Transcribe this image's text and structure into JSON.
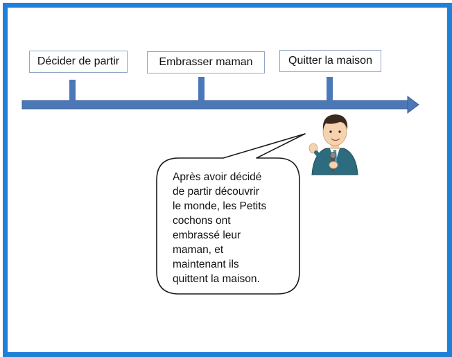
{
  "timeline": {
    "events": [
      {
        "label": "Décider de partir"
      },
      {
        "label": "Embrasser maman"
      },
      {
        "label": "Quitter la maison"
      }
    ]
  },
  "speech_bubble": {
    "text": "Après avoir décidé\nde partir découvrir\nle monde, les Petits\ncochons ont\nembrassé leur\nmaman, et\nmaintenant ils\nquittent la maison."
  },
  "colors": {
    "frame": "#1f80d8",
    "timeline": "#4c78b8",
    "label_border": "#8fa4c8"
  }
}
